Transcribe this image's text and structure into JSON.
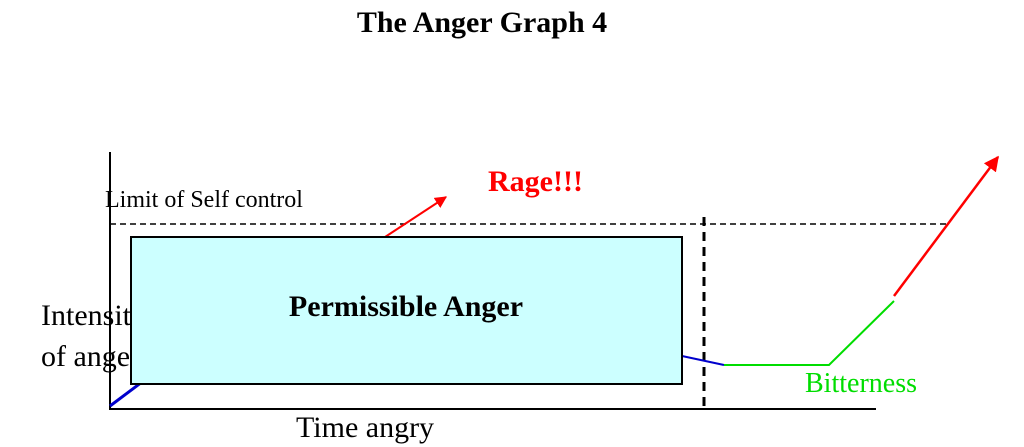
{
  "title": "The Anger Graph 4",
  "labels": {
    "limit": "Limit of Self control",
    "rage": "Rage!!!",
    "permissible": "Permissible Anger",
    "y_axis_line1": "Intensity",
    "y_axis_line2": "of anger",
    "x_axis": "Time angry",
    "bitterness": "Bitterness"
  },
  "colors": {
    "rage": "#ff0000",
    "box_fill": "#ccffff",
    "bitterness": "#00dd00",
    "rising_line": "#0000cc",
    "axis": "#000000"
  }
}
